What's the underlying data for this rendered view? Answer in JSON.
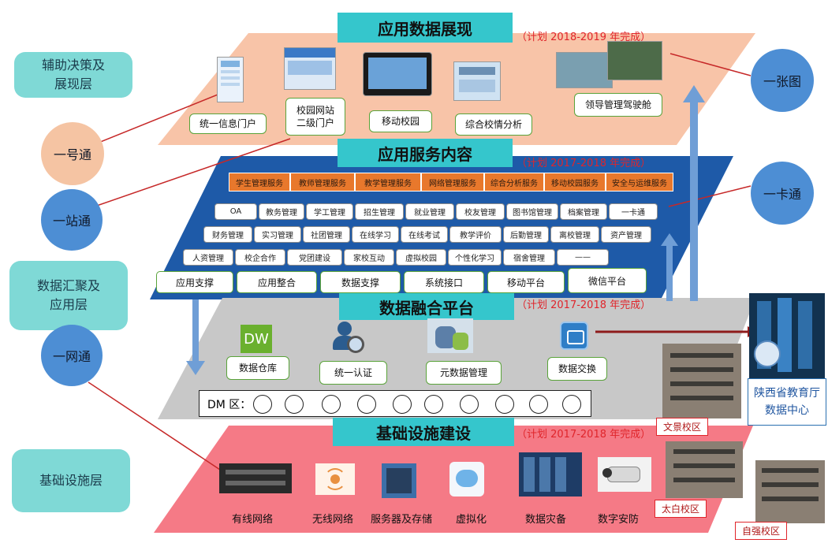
{
  "layers": {
    "display_layer": "辅助决策及展现层",
    "data_layer": "数据汇聚及应用层",
    "infra_layer": "基础设施层"
  },
  "circles": {
    "yihaotong": "一号通",
    "yizhantong": "一站通",
    "yiwangtong": "一网通",
    "yizhangtu": "一张图",
    "yikatong": "一卡通"
  },
  "top": {
    "banner": "应用数据展现",
    "plan": "（计划 2018-2019 年完成）",
    "items": [
      "统一信息门户",
      "校园网站二级门户",
      "移动校园",
      "综合校情分析",
      "领导管理驾驶舱"
    ]
  },
  "service": {
    "banner": "应用服务内容",
    "plan": "（计划 2017-2018 年完成）",
    "orange": [
      "学生管理服务",
      "教师管理服务",
      "教学管理服务",
      "网络管理服务",
      "综合分析服务",
      "移动校园服务",
      "安全与运维服务"
    ],
    "row1": [
      "OA",
      "教务管理",
      "学工管理",
      "招生管理",
      "就业管理",
      "校友管理",
      "图书馆管理",
      "档案管理",
      "一卡通"
    ],
    "row2": [
      "财务管理",
      "实习管理",
      "社团管理",
      "在线学习",
      "在线考试",
      "教学评价",
      "后勤管理",
      "离校管理",
      "资产管理"
    ],
    "row3": [
      "人资管理",
      "校企合作",
      "党团建设",
      "家校互动",
      "虚拟校园",
      "个性化学习",
      "宿舍管理",
      "——"
    ],
    "support": [
      "应用支撑",
      "应用整合",
      "数据支撑",
      "系统接口",
      "移动平台",
      "微信平台"
    ]
  },
  "fusion": {
    "banner": "数据融合平台",
    "plan": "（计划 2017-2018 年完成）",
    "items": [
      "数据仓库",
      "统一认证",
      "元数据管理",
      "数据交换"
    ],
    "dw_icon": "DW",
    "dm_label": "DM 区："
  },
  "infra": {
    "banner": "基础设施建设",
    "plan": "（计划 2017-2018 年完成）",
    "items": [
      "有线网络",
      "无线网络",
      "服务器及存储",
      "虚拟化",
      "数据灾备",
      "数字安防"
    ]
  },
  "datacenter": "陕西省教育厅数据中心",
  "campuses": [
    "文景校区",
    "太白校区",
    "自强校区"
  ],
  "colors": {
    "teal": "#35c6cc",
    "peach": "#f8c4a8",
    "blue": "#1e5aa8",
    "gray": "#c8c8c8",
    "pink": "#f57a86",
    "orange": "#e8782c",
    "red_line": "#c62828"
  }
}
